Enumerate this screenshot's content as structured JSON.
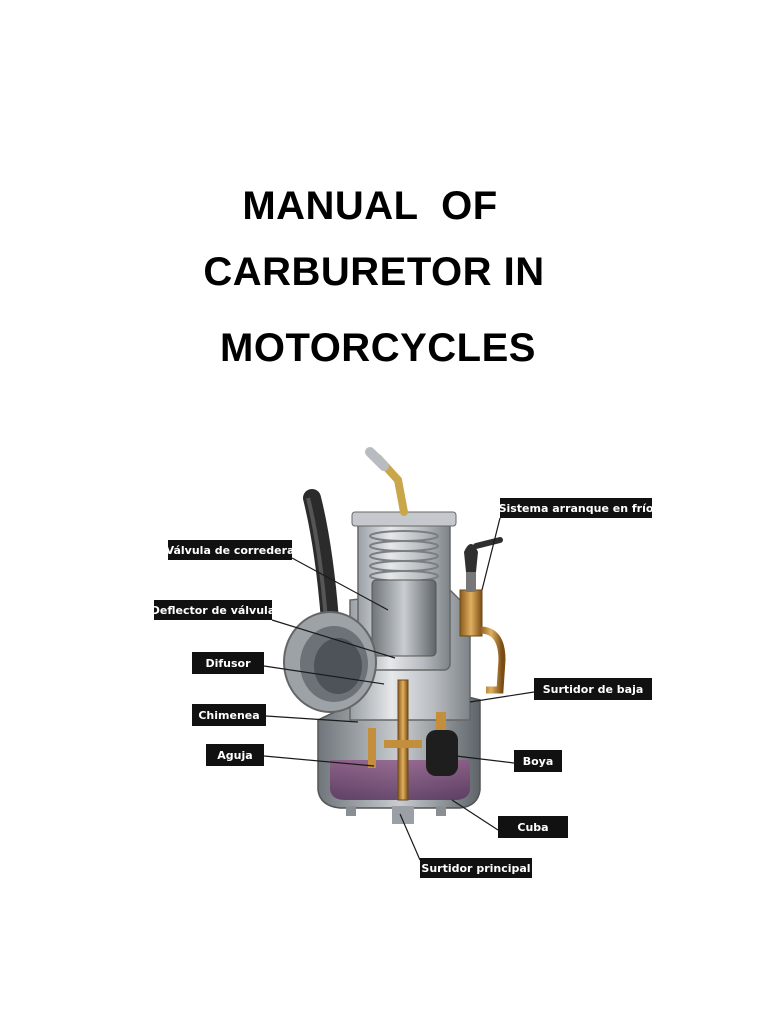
{
  "title": {
    "line1": "MANUAL  OF",
    "line2": "CARBURETOR IN",
    "line3": "MOTORCYCLES"
  },
  "labels": {
    "valvula_corredera": "Válvula de corredera",
    "deflector_valvula": "Deflector de válvula",
    "difusor": "Difusor",
    "chimenea": "Chimenea",
    "aguja": "Aguja",
    "sistema_arranque": "Sistema arranque en frío",
    "surtidor_baja": "Surtidor de baja",
    "boya": "Boya",
    "cuba": "Cuba",
    "surtidor_principal": "Surtidor principal"
  }
}
